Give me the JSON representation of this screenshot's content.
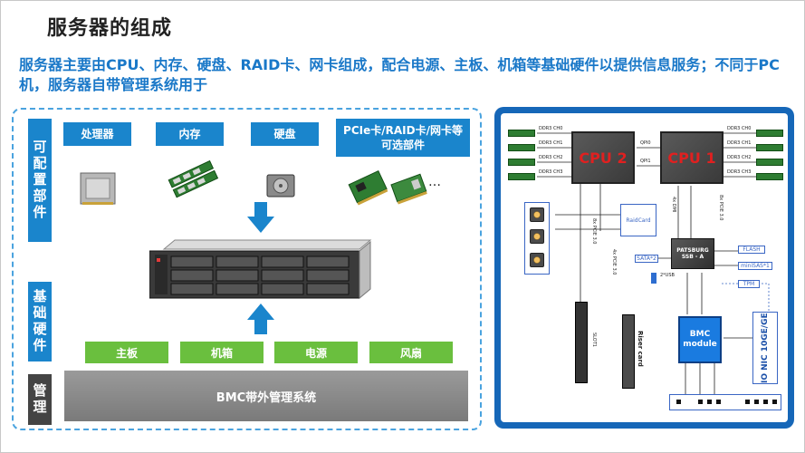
{
  "slide": {
    "title": "服务器的组成",
    "subtitle": "服务器主要由CPU、内存、硬盘、RAID卡、网卡组成，配合电源、主板、机箱等基础硬件以提供信息服务；不同于PC机，服务器自带管理系统用于"
  },
  "left": {
    "tags": {
      "config": "可配置部件",
      "basic": "基础硬件",
      "manage": "管理"
    },
    "components": [
      "处理器",
      "内存",
      "硬盘",
      "PCIe卡/RAID卡/网卡等可选部件"
    ],
    "ellipsis": "…",
    "basic_hw": [
      "主板",
      "机箱",
      "电源",
      "风扇"
    ],
    "bmc_system": "BMC带外管理系统"
  },
  "right": {
    "cpu2": "CPU 2",
    "cpu1": "CPU 1",
    "dimm_labels_left": [
      "DDR3 CH0",
      "DDR3 CH1",
      "DDR3 CH2",
      "DDR3 CH3"
    ],
    "dimm_labels_right": [
      "DDR3 CH0",
      "DDR3 CH1",
      "DDR3 CH2",
      "DDR3 CH3"
    ],
    "qpi0": "QPI0",
    "qpi1": "QPI1",
    "raidcard": "RaidCard",
    "pch": "PATSBURG SSB - A",
    "flash": "FLASH",
    "minisas": "miniSAS*1",
    "tpm": "TPM",
    "sata": "SATA*2",
    "bmc_module": "BMC module",
    "io_nic": "IO NIC 10GE/GE",
    "slot1": "SLOT1",
    "riser": "Riser card",
    "pcie_a": "8x PCIE 3.0",
    "pcie_b": "4x PCIE 3.0",
    "dmi": "4x DMI",
    "usb": "2*USB"
  },
  "colors": {
    "blue": "#1a85cc",
    "green": "#6abf3e",
    "subtitle_blue": "#1a78c8",
    "panel_blue": "#1667b8"
  }
}
